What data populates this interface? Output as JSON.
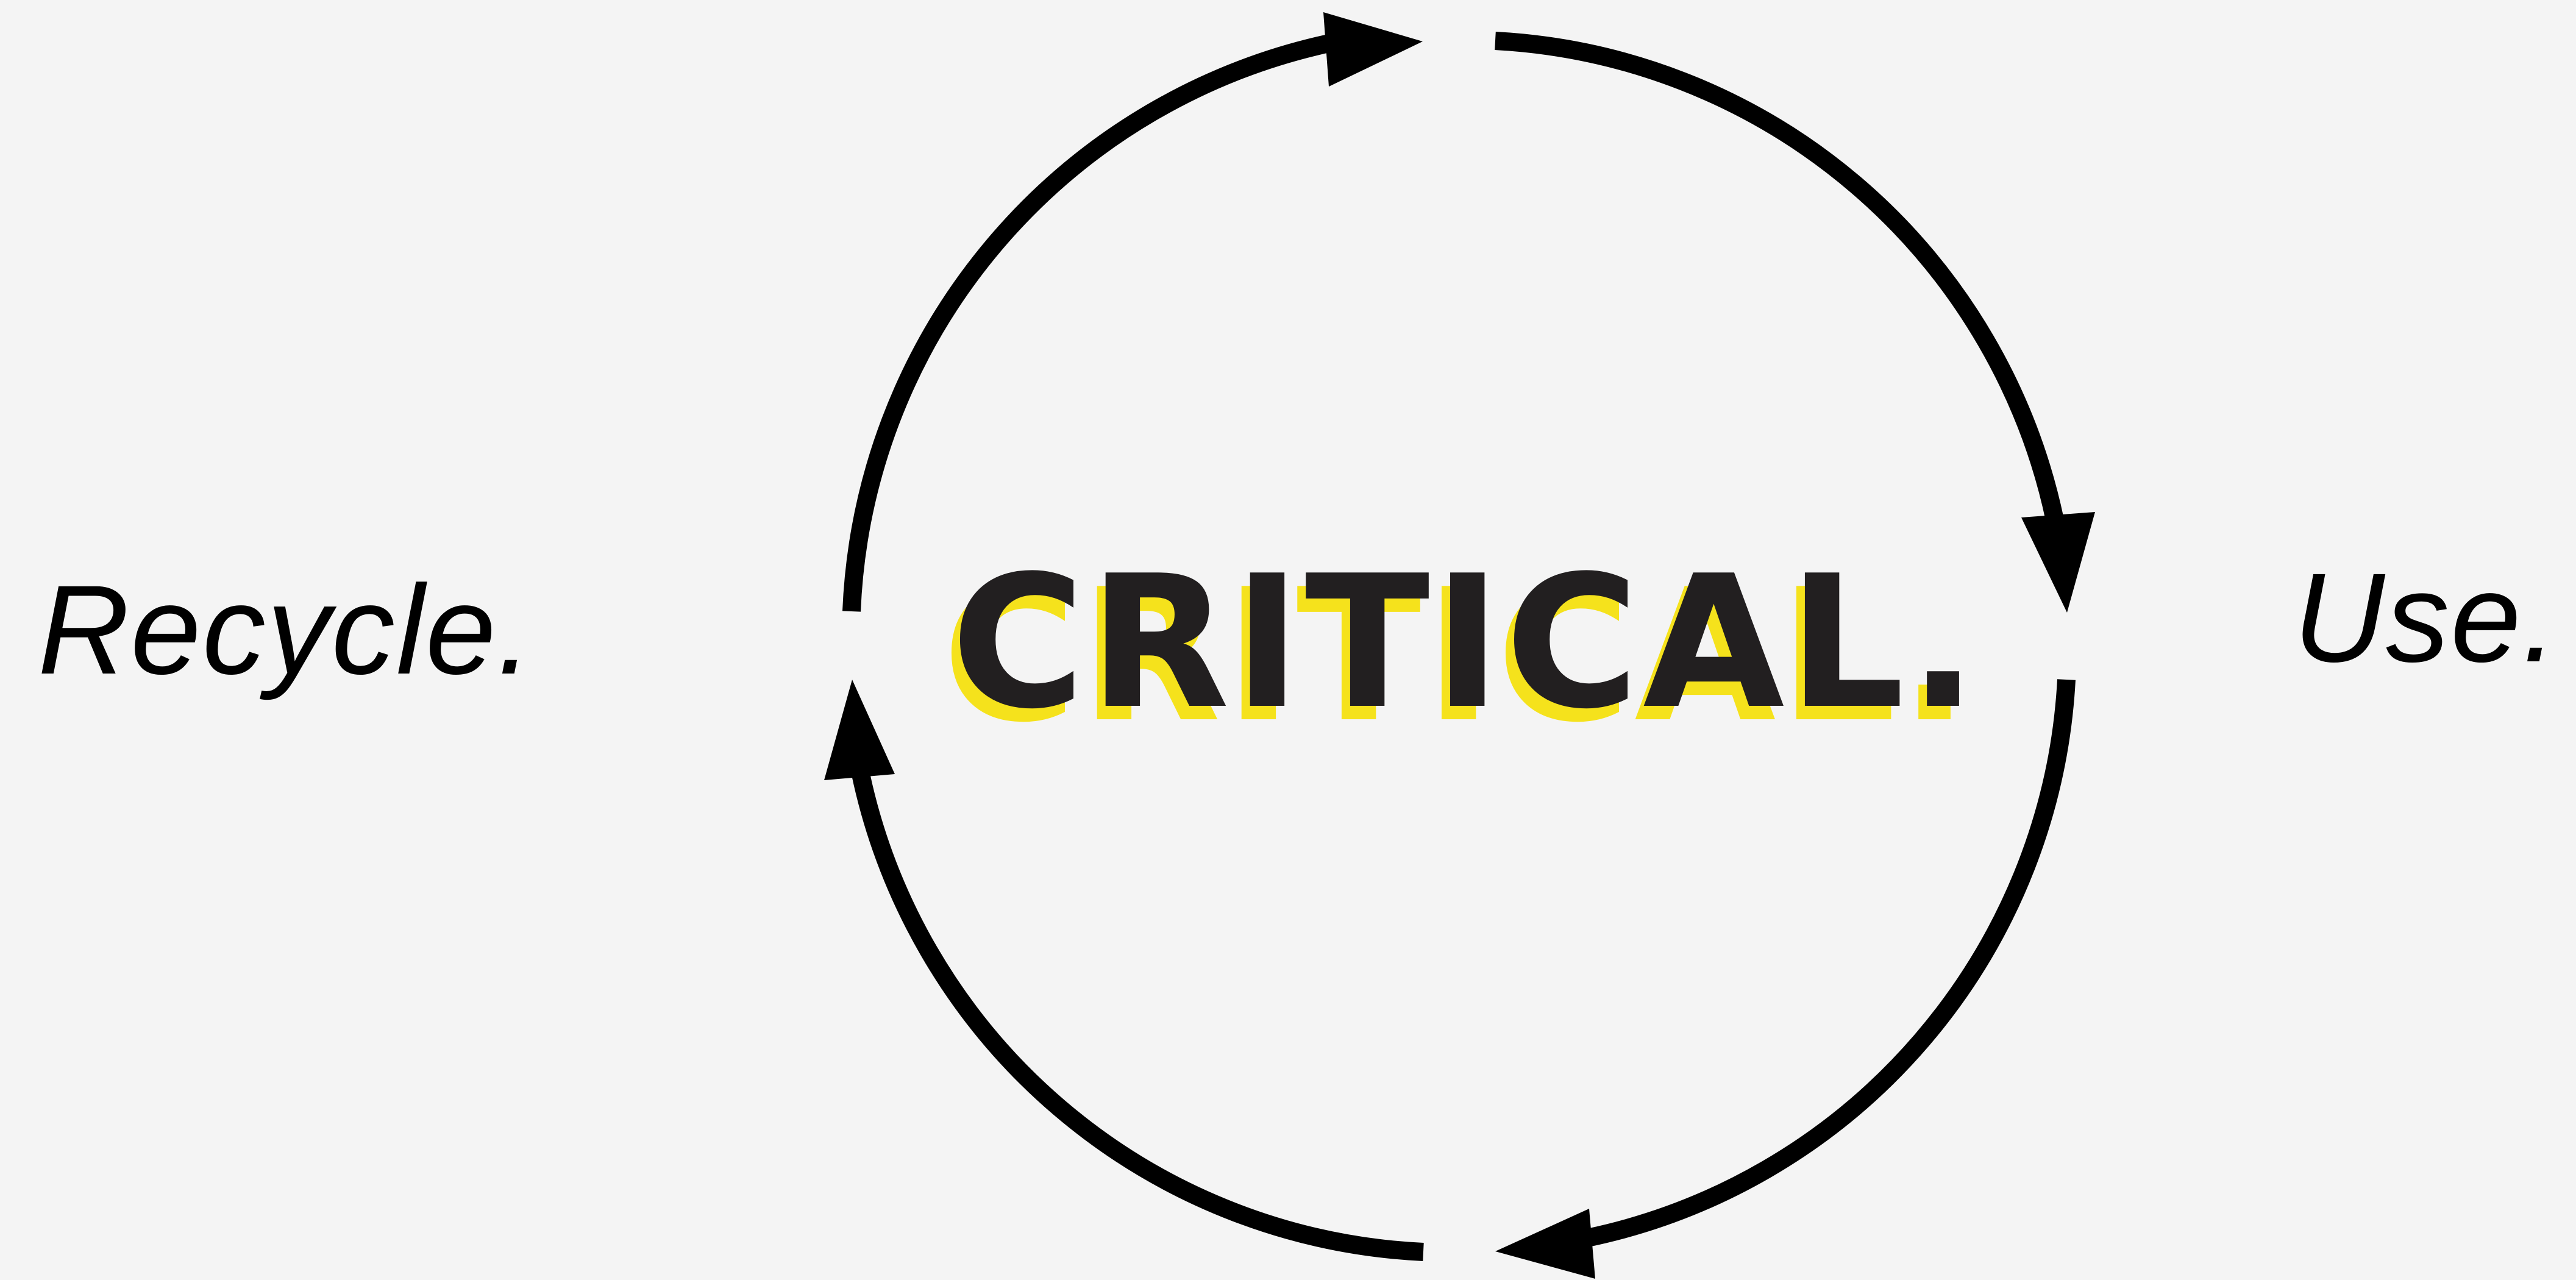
{
  "diagram": {
    "center_word": "CRITICAL.",
    "labels": {
      "left": "Recycle.",
      "right": "Use."
    },
    "colors": {
      "background": "#f4f4f4",
      "wordmark": "#221f20",
      "wordmark_shadow": "#f5e21c",
      "arrows": "#000000"
    },
    "arrows": [
      {
        "name": "arrow-top-left",
        "direction": "clockwise"
      },
      {
        "name": "arrow-top-right",
        "direction": "clockwise"
      },
      {
        "name": "arrow-bottom-right",
        "direction": "clockwise"
      },
      {
        "name": "arrow-bottom-left",
        "direction": "clockwise"
      }
    ]
  }
}
